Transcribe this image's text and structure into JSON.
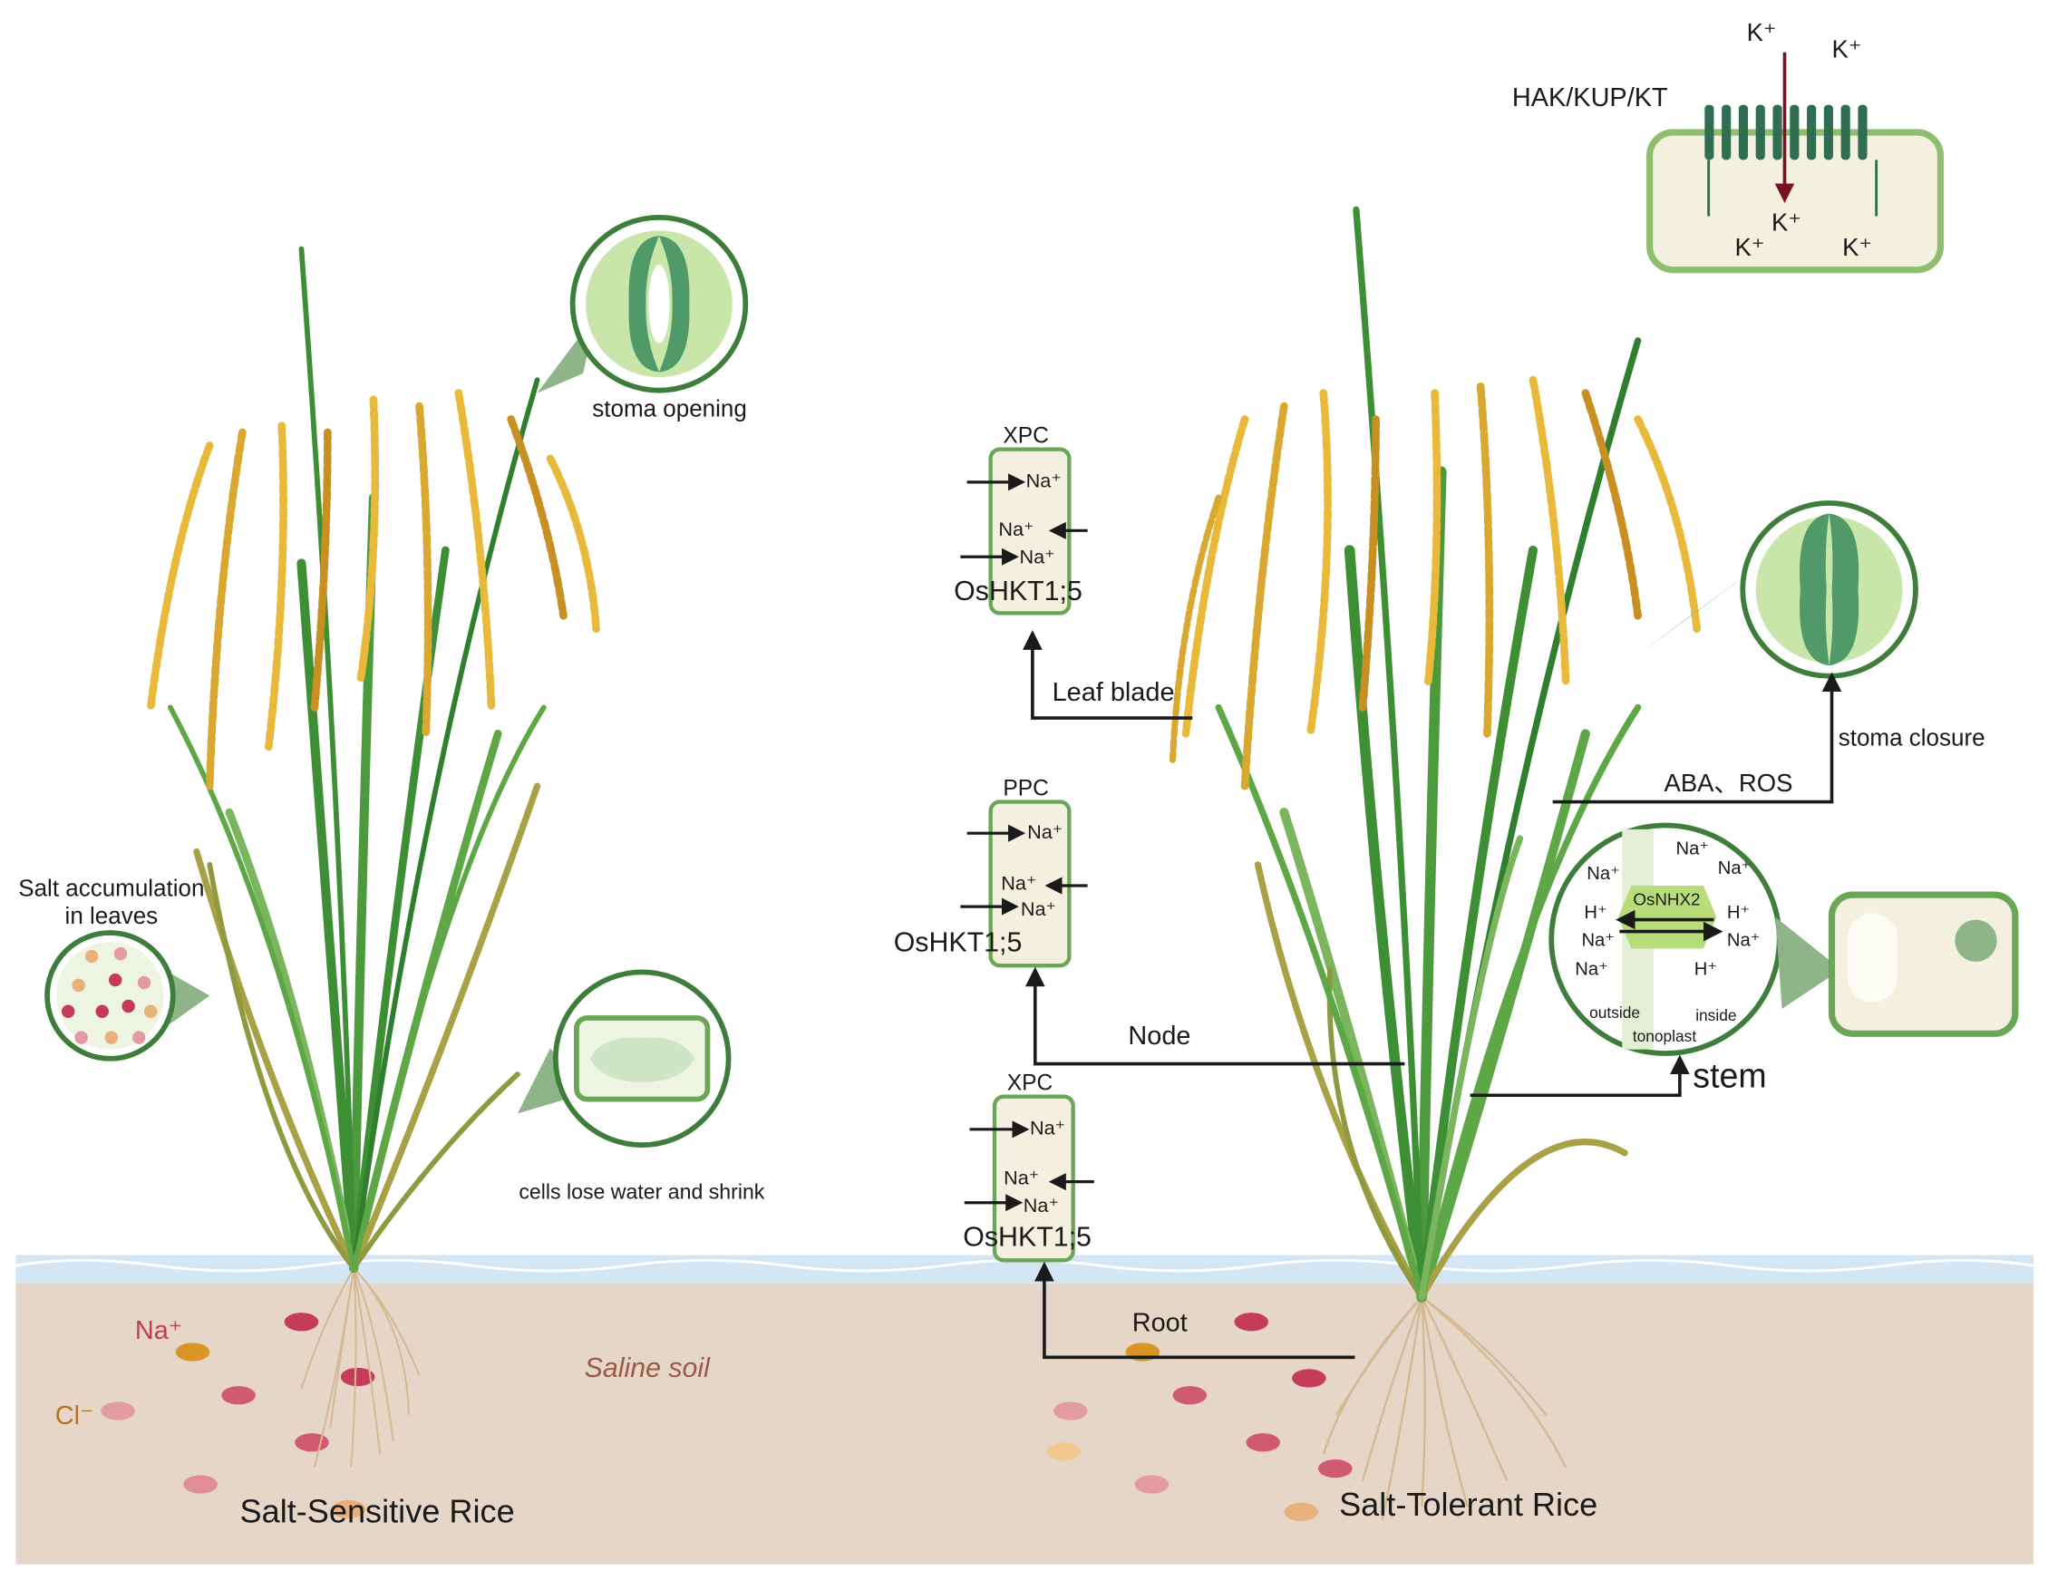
{
  "colors": {
    "soil": "#e6d6c8",
    "water": "#d4e6f4",
    "leaf": "#3e8e35",
    "leaf_light": "#7bb55d",
    "leaf_dry": "#a9a146",
    "grain": "#e8b93a",
    "grain_dark": "#c88f22",
    "root": "#d5b991",
    "sodium": "#c43c5a",
    "chloride": "#d99526",
    "cell_fill": "#f3f0e0",
    "cell_border": "#69a757",
    "stoma_dark": "#4f9a68",
    "stoma_light": "#c8e6aa",
    "nhx_fill": "#b9dc7a",
    "k_arrow": "#7a1020",
    "path_line": "#1a1a1a"
  },
  "soil": {
    "label": "Saline soil",
    "ion_na": "Na⁺",
    "ion_cl": "Cl⁻"
  },
  "plants": {
    "sensitive": {
      "label": "Salt-Sensitive  Rice",
      "callout_stoma": "stoma opening",
      "callout_salt_line1": "Salt accumulation",
      "callout_salt_line2": "in leaves",
      "callout_cell": "cells lose water and shrink"
    },
    "tolerant": {
      "label": "Salt-Tolerant Rice",
      "callout_stoma": "stoma closure",
      "signal": "ABA、ROS",
      "callout_stem": "stem"
    }
  },
  "transport": {
    "leaf_cell": {
      "title": "XPC",
      "na_in_top": "Na⁺",
      "na_out": "Na⁺",
      "na_in_bottom": "Na⁺",
      "transporter": "OsHKT1;5",
      "organ": "Leaf blade"
    },
    "node_cell": {
      "title": "PPC",
      "na_in_top": "Na⁺",
      "na_out": "Na⁺",
      "na_in_bottom": "Na⁺",
      "transporter": "OsHKT1;5",
      "organ": "Node"
    },
    "root_cell": {
      "title": "XPC",
      "na_in_top": "Na⁺",
      "na_out": "Na⁺",
      "na_in_bottom": "Na⁺",
      "transporter": "OsHKT1;5",
      "organ": "Root"
    }
  },
  "k_uptake": {
    "transporter": "HAK/KUP/KT",
    "k_out_1": "K⁺",
    "k_out_2": "K⁺",
    "k_in_1": "K⁺",
    "k_in_2": "K⁺",
    "k_in_3": "K⁺"
  },
  "tonoplast": {
    "transporter": "OsNHX2",
    "na_1": "Na⁺",
    "na_2": "Na⁺",
    "na_3": "Na⁺",
    "na_4": "Na⁺",
    "na_5": "Na⁺",
    "na_6": "Na⁺",
    "h_left": "H⁺",
    "h_right": "H⁺",
    "h_bottom": "H⁺",
    "outside": "outside",
    "inside": "inside",
    "membrane": "tonoplast"
  }
}
